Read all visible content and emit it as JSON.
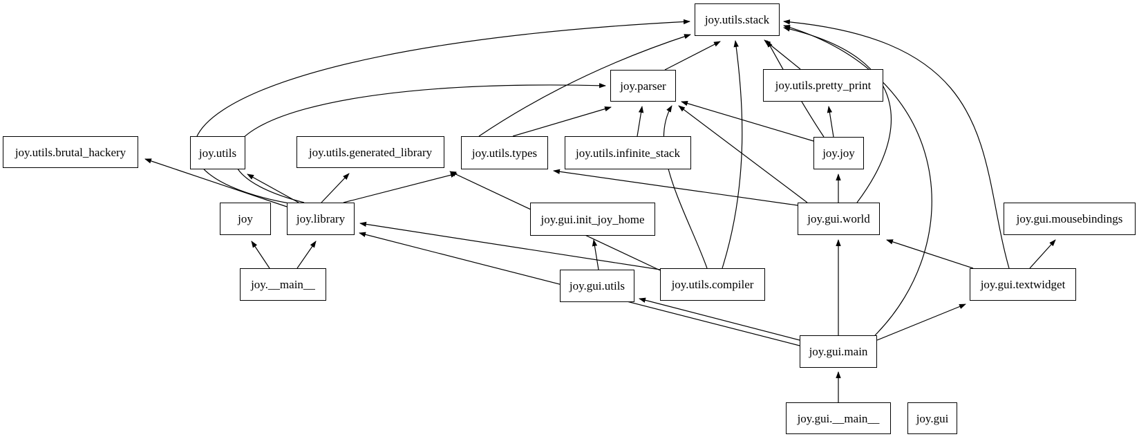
{
  "diagram": {
    "kind": "module-dependency-graph",
    "background_color": "#ffffff",
    "node_border_color": "#000000",
    "edge_color": "#000000",
    "nodes": [
      {
        "id": "stack",
        "label": "joy.utils.stack"
      },
      {
        "id": "parser",
        "label": "joy.parser"
      },
      {
        "id": "pretty_print",
        "label": "joy.utils.pretty_print"
      },
      {
        "id": "brutal_hackery",
        "label": "joy.utils.brutal_hackery"
      },
      {
        "id": "utils",
        "label": "joy.utils"
      },
      {
        "id": "generated_library",
        "label": "joy.utils.generated_library"
      },
      {
        "id": "types",
        "label": "joy.utils.types"
      },
      {
        "id": "infinite_stack",
        "label": "joy.utils.infinite_stack"
      },
      {
        "id": "joy_joy",
        "label": "joy.joy"
      },
      {
        "id": "joy",
        "label": "joy"
      },
      {
        "id": "library",
        "label": "joy.library"
      },
      {
        "id": "init_joy_home",
        "label": "joy.gui.init_joy_home"
      },
      {
        "id": "world",
        "label": "joy.gui.world"
      },
      {
        "id": "mousebindings",
        "label": "joy.gui.mousebindings"
      },
      {
        "id": "main_dunder",
        "label": "joy.__main__"
      },
      {
        "id": "gui_utils",
        "label": "joy.gui.utils"
      },
      {
        "id": "compiler",
        "label": "joy.utils.compiler"
      },
      {
        "id": "textwidget",
        "label": "joy.gui.textwidget"
      },
      {
        "id": "gui_main",
        "label": "joy.gui.main"
      },
      {
        "id": "gui_main_dunder",
        "label": "joy.gui.__main__"
      },
      {
        "id": "gui",
        "label": "joy.gui"
      }
    ],
    "edges": [
      {
        "from": "main_dunder",
        "to": "joy"
      },
      {
        "from": "main_dunder",
        "to": "library"
      },
      {
        "from": "library",
        "to": "brutal_hackery"
      },
      {
        "from": "library",
        "to": "utils"
      },
      {
        "from": "library",
        "to": "generated_library"
      },
      {
        "from": "library",
        "to": "types"
      },
      {
        "from": "library",
        "to": "parser"
      },
      {
        "from": "library",
        "to": "stack"
      },
      {
        "from": "types",
        "to": "parser"
      },
      {
        "from": "types",
        "to": "stack"
      },
      {
        "from": "infinite_stack",
        "to": "parser"
      },
      {
        "from": "parser",
        "to": "stack"
      },
      {
        "from": "pretty_print",
        "to": "stack"
      },
      {
        "from": "joy_joy",
        "to": "parser"
      },
      {
        "from": "joy_joy",
        "to": "stack"
      },
      {
        "from": "joy_joy",
        "to": "pretty_print"
      },
      {
        "from": "world",
        "to": "joy_joy"
      },
      {
        "from": "world",
        "to": "parser"
      },
      {
        "from": "world",
        "to": "types"
      },
      {
        "from": "world",
        "to": "stack"
      },
      {
        "from": "compiler",
        "to": "parser"
      },
      {
        "from": "compiler",
        "to": "stack"
      },
      {
        "from": "compiler",
        "to": "generated_library"
      },
      {
        "from": "compiler",
        "to": "library"
      },
      {
        "from": "gui_main",
        "to": "world"
      },
      {
        "from": "gui_main",
        "to": "textwidget"
      },
      {
        "from": "gui_main",
        "to": "stack"
      },
      {
        "from": "gui_main",
        "to": "gui_utils"
      },
      {
        "from": "gui_main",
        "to": "library"
      },
      {
        "from": "textwidget",
        "to": "world"
      },
      {
        "from": "textwidget",
        "to": "mousebindings"
      },
      {
        "from": "textwidget",
        "to": "stack"
      },
      {
        "from": "gui_utils",
        "to": "init_joy_home"
      },
      {
        "from": "gui_main_dunder",
        "to": "gui_main"
      }
    ]
  }
}
